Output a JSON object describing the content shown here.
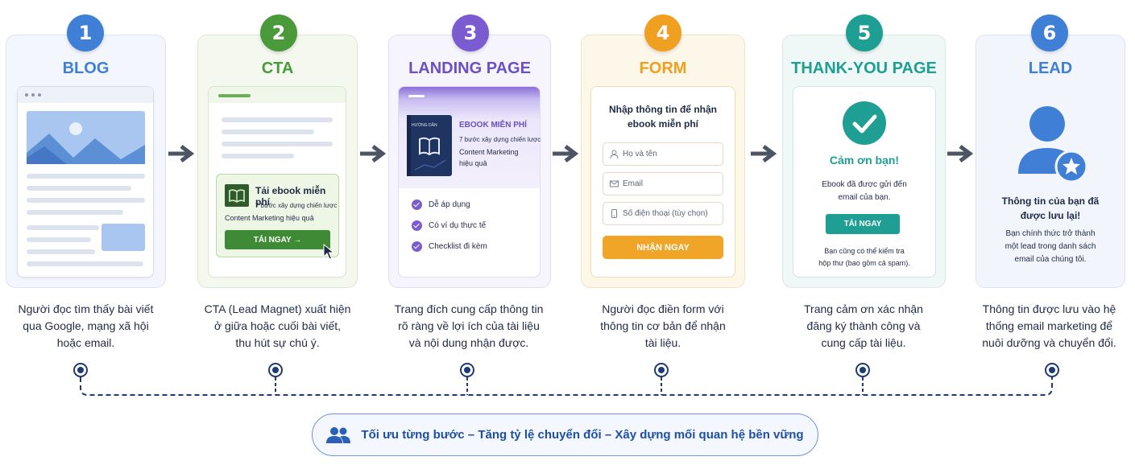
{
  "steps": [
    {
      "number": "1",
      "title": "BLOG",
      "description": [
        "Người đọc tìm thấy bài viết",
        "qua Google, mạng xã hội",
        "hoặc email."
      ]
    },
    {
      "number": "2",
      "title": "CTA",
      "description": [
        "CTA (Lead Magnet) xuất hiện",
        "ở giữa hoặc cuối bài viết,",
        "thu hút sự chú ý."
      ],
      "cta_box": {
        "heading": "Tải ebook miễn phí",
        "line1": "7 bước xây dựng chiến lược",
        "line2": "Content Marketing hiệu quả",
        "button": "TẢI NGAY →"
      }
    },
    {
      "number": "3",
      "title": "LANDING PAGE",
      "description": [
        "Trang đích cung cấp thông tin",
        "rõ ràng về lợi ích của tài liệu",
        "và nội dung nhận được."
      ],
      "ebook": {
        "cover_label": "HƯỚNG DẪN",
        "heading": "EBOOK MIỄN PHÍ",
        "line1": "7 bước xây dựng chiến lược",
        "line2": "Content Marketing",
        "line3": "hiệu quả"
      },
      "benefits": [
        "Dễ áp dụng",
        "Có ví dụ thực tế",
        "Checklist đi kèm"
      ]
    },
    {
      "number": "4",
      "title": "FORM",
      "description": [
        "Người đọc điền form với",
        "thông tin cơ bản để nhận",
        "tài liệu."
      ],
      "form": {
        "heading_line1": "Nhập thông tin để nhận",
        "heading_line2": "ebook miễn phí",
        "name_placeholder": "Họ và tên",
        "email_placeholder": "Email",
        "phone_placeholder": "Số điện thoại (tùy chọn)",
        "submit": "NHẬN NGAY"
      }
    },
    {
      "number": "5",
      "title": "THANK-YOU PAGE",
      "description": [
        "Trang cảm ơn xác nhận",
        "đăng ký thành công và",
        "cung cấp tài liệu."
      ],
      "thanks": {
        "heading": "Cảm ơn bạn!",
        "line1": "Ebook đã được gửi đến",
        "line2": "email của bạn.",
        "button": "TẢI NGAY",
        "note1": "Bạn cũng có thể kiểm tra",
        "note2": "hộp thư (bao gồm cả spam)."
      }
    },
    {
      "number": "6",
      "title": "LEAD",
      "description": [
        "Thông tin được lưu vào hệ",
        "thống email marketing để",
        "nuôi dưỡng và chuyển đổi."
      ],
      "lead": {
        "heading1": "Thông tin của bạn đã",
        "heading2": "được lưu lại!",
        "line1": "Bạn chính thức trở thành",
        "line2": "một lead trong danh sách",
        "line3": "email của chúng tôi."
      }
    }
  ],
  "footer": {
    "text": "Tối ưu từng bước – Tăng tỷ lệ chuyển đổi – Xây dựng mối quan hệ bền vững",
    "icon": "users-icon"
  },
  "colors": {
    "blue": "#3f7fd6",
    "green": "#4a9a3c",
    "purple": "#7a5cd0",
    "orange": "#f0a020",
    "teal": "#1f9e93",
    "navy": "#1d3a72"
  }
}
